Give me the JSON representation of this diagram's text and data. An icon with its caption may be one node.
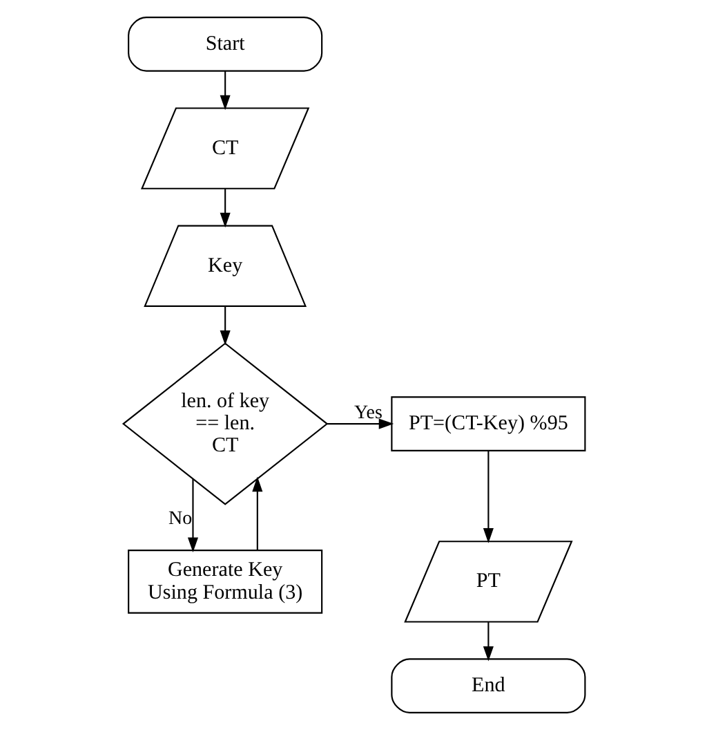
{
  "diagram": {
    "nodes": [
      {
        "text": [
          "Start"
        ]
      },
      {
        "text": [
          "CT"
        ]
      },
      {
        "text": [
          "Key"
        ]
      },
      {
        "text": [
          "len. of key == len. CT"
        ]
      },
      {
        "text": [
          "PT=(CT-Key) %95"
        ]
      },
      {
        "text": [
          "PT"
        ]
      },
      {
        "text": [
          "End"
        ]
      },
      {
        "text": [
          "Generate Key Using Formula (3)"
        ]
      }
    ],
    "edges": [
      {
        "from": 0,
        "to": 1,
        "arrow": "to"
      },
      {
        "from": 1,
        "to": 2,
        "arrow": "to"
      },
      {
        "from": 2,
        "to": 3,
        "arrow": "to"
      },
      {
        "from": 3,
        "to": 4,
        "arrow": "to",
        "label": "Yes"
      },
      {
        "from": 4,
        "to": 5,
        "arrow": "to"
      },
      {
        "from": 5,
        "to": 6,
        "arrow": "to"
      },
      {
        "from": 3,
        "to": 7,
        "arrow": "to",
        "label": "No"
      },
      {
        "from": 7,
        "to": 3,
        "arrow": "to"
      }
    ]
  }
}
